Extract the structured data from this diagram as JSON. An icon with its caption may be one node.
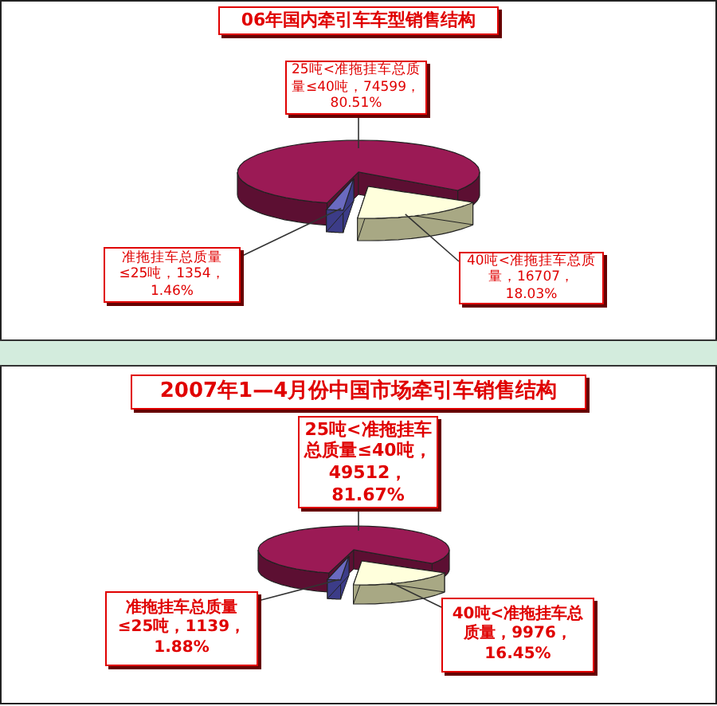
{
  "diagram": {
    "nodes": [
      {
        "text": [
          "06年国内牵引车车型销售结构"
        ]
      },
      {
        "text": [
          "25吨<准拖挂车总质量≤40吨，74599，80.51%"
        ]
      },
      {
        "text": [
          "准拖挂车总质量≤25吨，1354，1.46%"
        ]
      },
      {
        "text": [
          "40吨<准拖挂车总质量，16707，18.03%"
        ]
      },
      {
        "text": [],
        "shape": "wedge"
      },
      {
        "text": [],
        "shape": "wedge"
      },
      {
        "text": [],
        "shape": "wedge"
      },
      {
        "text": [
          "2007年1—4月份中国市场牵引车销售结构"
        ]
      },
      {
        "text": [
          "25吨<准拖挂车总质量≤40吨，49512，81.67%"
        ]
      },
      {
        "text": [
          "准拖挂车总质量≤25吨，1139，1.88%"
        ]
      },
      {
        "text": [
          "40吨<准拖挂车总质量，9976，16.45%"
        ]
      },
      {
        "text": [],
        "shape": "wedge"
      },
      {
        "text": [],
        "shape": "wedge"
      },
      {
        "text": [],
        "shape": "wedge"
      }
    ],
    "edges": [
      {
        "from": 1,
        "to": 4,
        "arrow": "none"
      },
      {
        "from": 2,
        "to": 5,
        "arrow": "none"
      },
      {
        "from": 3,
        "to": 6,
        "arrow": "none"
      },
      {
        "from": 8,
        "to": 11,
        "arrow": "none"
      },
      {
        "from": 9,
        "to": 12,
        "arrow": "none"
      },
      {
        "from": 10,
        "to": 13,
        "arrow": "none"
      }
    ]
  }
}
